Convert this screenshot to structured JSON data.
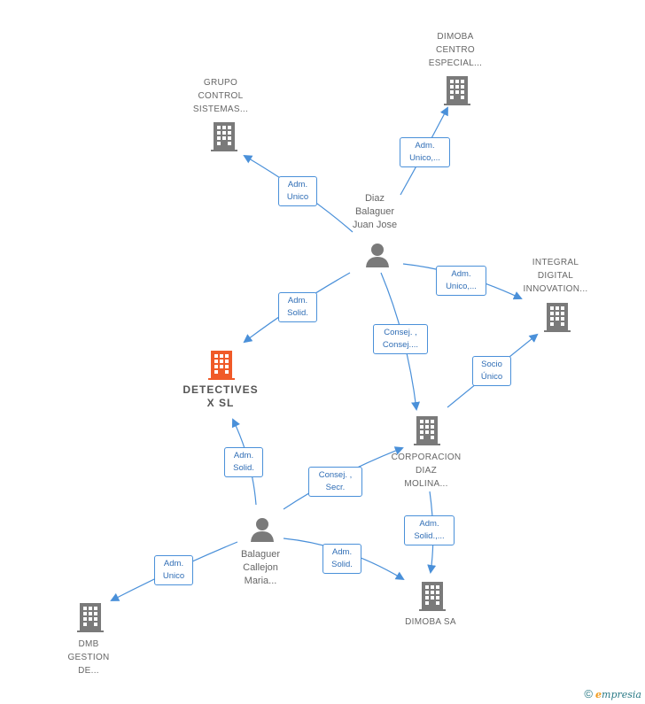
{
  "colors": {
    "edge": "#4a90d9",
    "company": "#7a7a7a",
    "highlight": "#f05a28",
    "person": "#7a7a7a",
    "label_text": "#2f6db5"
  },
  "nodes": {
    "dimoba_centro": {
      "label": "DIMOBA\nCENTRO\nESPECIAL...",
      "icon": "building-icon"
    },
    "grupo_control": {
      "label": "GRUPO\nCONTROL\nSISTEMAS...",
      "icon": "building-icon"
    },
    "diaz_balaguer": {
      "label": "Diaz\nBalaguer\nJuan Jose",
      "icon": "person-icon"
    },
    "integral_digital": {
      "label": "INTEGRAL\nDIGITAL\nINNOVATION...",
      "icon": "building-icon"
    },
    "detectives": {
      "label": "DETECTIVES\nX  SL",
      "icon": "building-icon"
    },
    "corporacion": {
      "label": "CORPORACION\nDIAZ\nMOLINA...",
      "icon": "building-icon"
    },
    "balaguer_callejon": {
      "label": "Balaguer\nCallejon\nMaria...",
      "icon": "person-icon"
    },
    "dimoba_sa": {
      "label": "DIMOBA SA",
      "icon": "building-icon"
    },
    "dmb_gestion": {
      "label": "DMB\nGESTION\nDE...",
      "icon": "building-icon"
    }
  },
  "edges": {
    "e1": "Adm.\nUnico",
    "e2": "Adm.\nUnico,...",
    "e3": "Adm.\nUnico,...",
    "e4": "Adm.\nSolid.",
    "e5": "Consej. ,\nConsej....",
    "e6": "Socio\nÚnico",
    "e7": "Adm.\nSolid.",
    "e8": "Consej. ,\nSecr.",
    "e9": "Adm.\nSolid.,...",
    "e10": "Adm.\nUnico",
    "e11": "Adm.\nSolid."
  },
  "footer": {
    "copyright": "©",
    "brand_e": "e",
    "brand_rest": "mpresia"
  }
}
